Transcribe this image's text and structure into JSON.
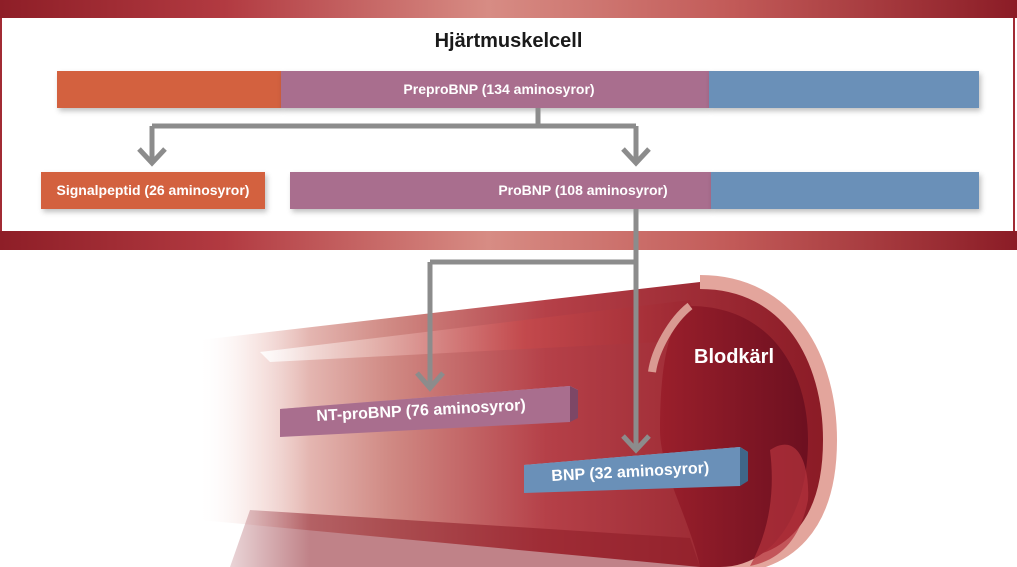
{
  "cell": {
    "title": "Hjärtmuskelcell",
    "prepro_label": "PreproBNP (134 aminosyror)",
    "signal_label": "Signalpeptid (26 aminosyror)",
    "pro_label": "ProBNP (108 aminosyror)"
  },
  "vessel": {
    "label": "Blodkärl",
    "ntprobnp_label": "NT-proBNP (76 aminosyror)",
    "bnp_label": "BNP (32 aminosyror)"
  },
  "colors": {
    "signal": "#d3613f",
    "pro": "#a96e8e",
    "bnp": "#6a90b8",
    "arrow": "#8c8c8c",
    "vessel_dark": "#7a1422",
    "vessel_mid": "#b0323c",
    "band": "#a22b34"
  }
}
